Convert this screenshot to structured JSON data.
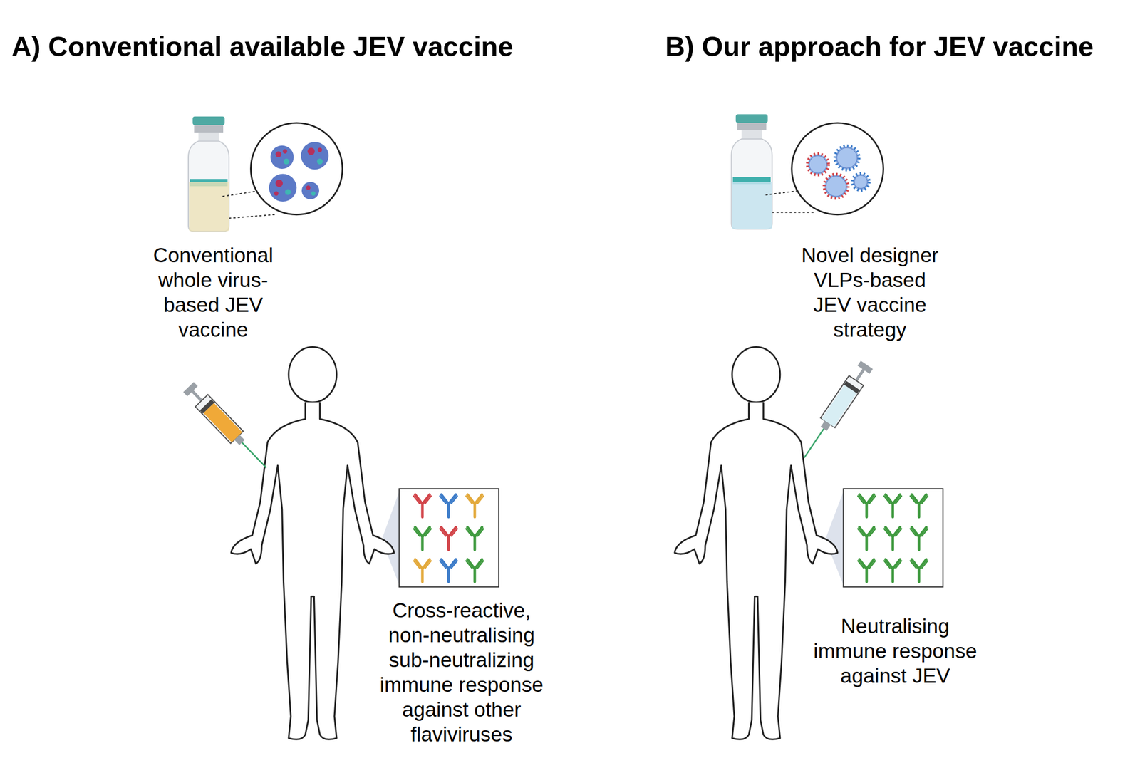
{
  "diagram": {
    "labels": [
      "A) Conventional available JEV vaccine",
      "B) Our approach for JEV vaccine",
      "Conventional whole virus-based JEV vaccine",
      "Novel designer VLPs-based JEV vaccine strategy",
      "Cross-reactive, non-neutralising sub-neutralizing immune response against other flaviviruses",
      "Neutralising immune response against JEV"
    ]
  }
}
